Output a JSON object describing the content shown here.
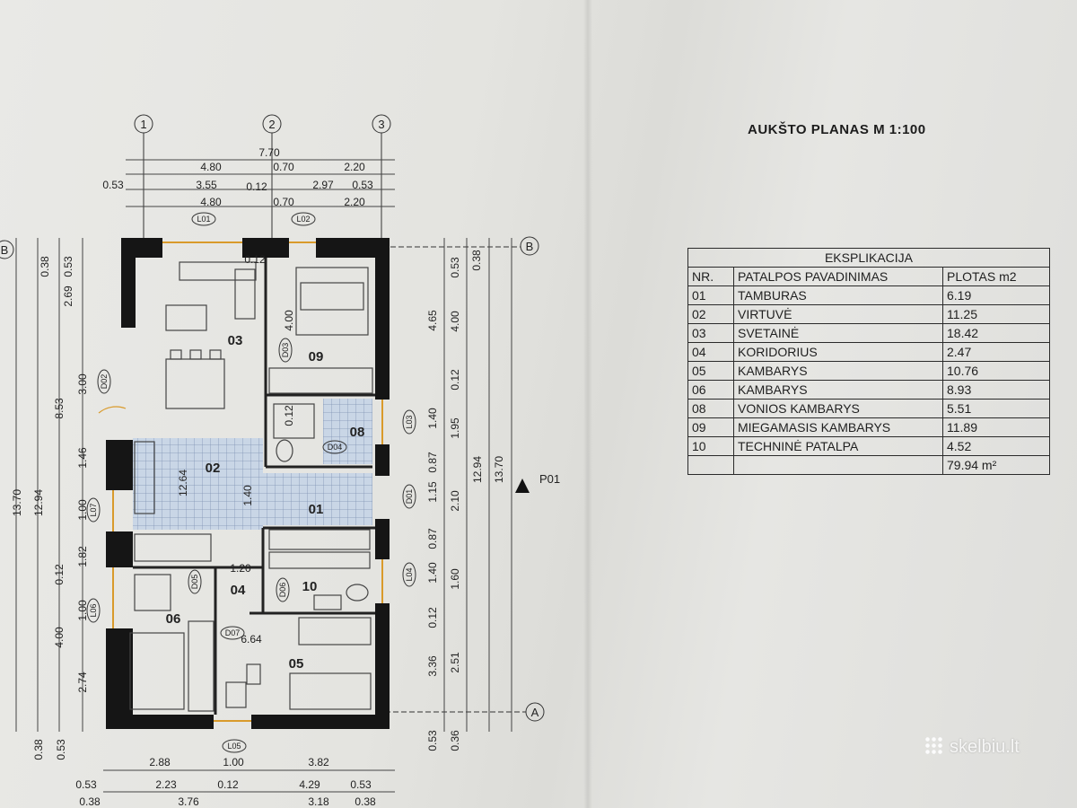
{
  "title": "AUKŠTO PLANAS M 1:100",
  "explication": {
    "caption": "EKSPLIKACIJA",
    "headers": [
      "NR.",
      "PATALPOS PAVADINIMAS",
      "PLOTAS m2"
    ],
    "rows": [
      [
        "01",
        "TAMBURAS",
        "6.19"
      ],
      [
        "02",
        "VIRTUVĖ",
        "11.25"
      ],
      [
        "03",
        "SVETAINĖ",
        "18.42"
      ],
      [
        "04",
        "KORIDORIUS",
        "2.47"
      ],
      [
        "05",
        "KAMBARYS",
        "10.76"
      ],
      [
        "06",
        "KAMBARYS",
        "8.93"
      ],
      [
        "08",
        "VONIOS KAMBARYS",
        "5.51"
      ],
      [
        "09",
        "MIEGAMASIS KAMBARYS",
        "11.89"
      ],
      [
        "10",
        "TECHNINĖ PATALPA",
        "4.52"
      ]
    ],
    "total": "79.94 m²"
  },
  "axes": {
    "top": [
      "1",
      "2",
      "3"
    ],
    "side": [
      "B",
      "A"
    ]
  },
  "top_dims": [
    "7.70",
    "4.80",
    "0.70",
    "2.20",
    "0.53",
    "3.55",
    "0.12",
    "2.97",
    "0.53",
    "4.80",
    "0.70",
    "2.20"
  ],
  "bottom_dims": [
    "2.88",
    "1.00",
    "3.82",
    "0.53",
    "2.23",
    "0.12",
    "4.29",
    "0.53",
    "3.76",
    "3.18",
    "0.38",
    "0.38"
  ],
  "left_dims": [
    "0.38",
    "0.53",
    "2.69",
    "3.00",
    "8.53",
    "1.46",
    "1.00",
    "1.82",
    "0.12",
    "1.00",
    "4.00",
    "2.74",
    "13.70",
    "12.94",
    "0.38",
    "0.53"
  ],
  "right_dims": [
    "0.53",
    "0.38",
    "4.65",
    "4.00",
    "0.12",
    "1.40",
    "1.95",
    "0.87",
    "1.15",
    "2.10",
    "0.87",
    "1.40",
    "1.60",
    "0.12",
    "3.36",
    "2.51",
    "0.53",
    "0.36",
    "12.94",
    "13.70"
  ],
  "window_tags": [
    "L01",
    "L02",
    "L03",
    "D01",
    "L04",
    "L05",
    "L06",
    "L07",
    "D02"
  ],
  "door_tags": [
    "D03",
    "D04",
    "D05",
    "D06",
    "D07"
  ],
  "rooms": [
    "03",
    "09",
    "08",
    "02",
    "01",
    "04",
    "10",
    "06",
    "05"
  ],
  "inner_dims": [
    "4.00",
    "0.12",
    "12.64",
    "1.40",
    "1.20",
    "6.64",
    "0.12"
  ],
  "section_mark": "P01",
  "watermark": "skelbiu.lt"
}
